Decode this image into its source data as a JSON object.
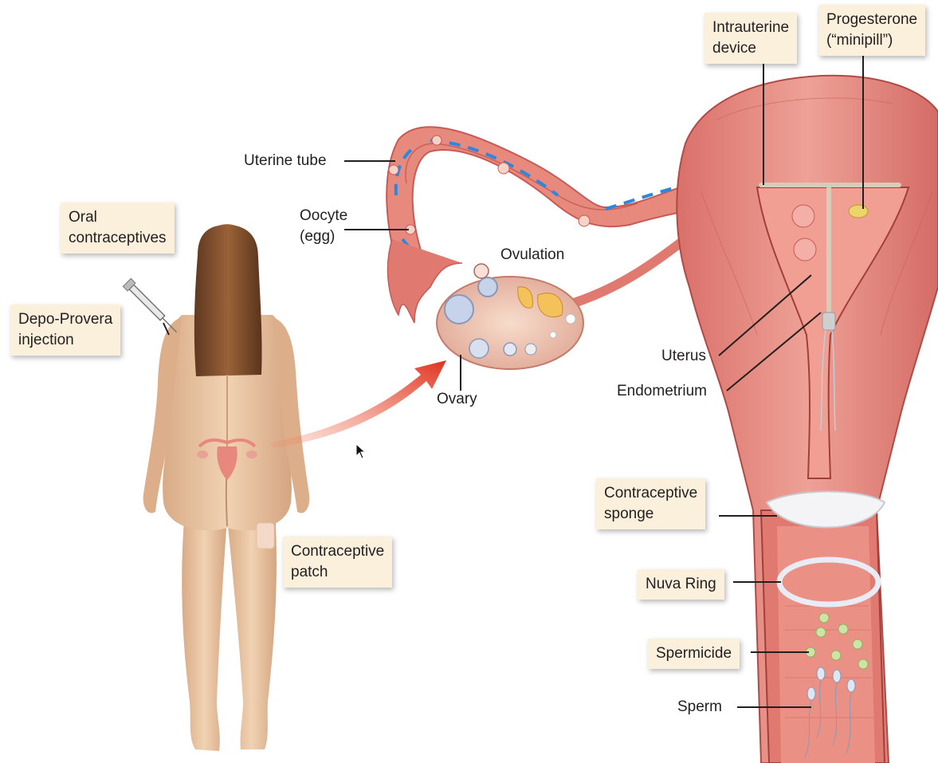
{
  "labels": {
    "oral_contraceptives": [
      "Oral",
      "contraceptives"
    ],
    "depo_provera": [
      "Depo-Provera",
      "injection"
    ],
    "contraceptive_patch": [
      "Contraceptive",
      "patch"
    ],
    "intrauterine_device": [
      "Intrauterine",
      "device"
    ],
    "progesterone": [
      "Progesterone",
      "(“minipill”)"
    ],
    "contraceptive_sponge": [
      "Contraceptive",
      "sponge"
    ],
    "nuva_ring": "Nuva Ring",
    "spermicide": "Spermicide",
    "uterine_tube": "Uterine tube",
    "oocyte": [
      "Oocyte",
      "(egg)"
    ],
    "ovulation": "Ovulation",
    "ovary": "Ovary",
    "uterus": "Uterus",
    "endometrium": "Endometrium",
    "sperm": "Sperm"
  },
  "colors": {
    "tissue": "#e8877e",
    "tissue_dark": "#c85a56",
    "skin": "#e8c4a2",
    "hair": "#7a4a2a",
    "label_box": "#fbf0dc",
    "arrow": "#e03a2a"
  }
}
